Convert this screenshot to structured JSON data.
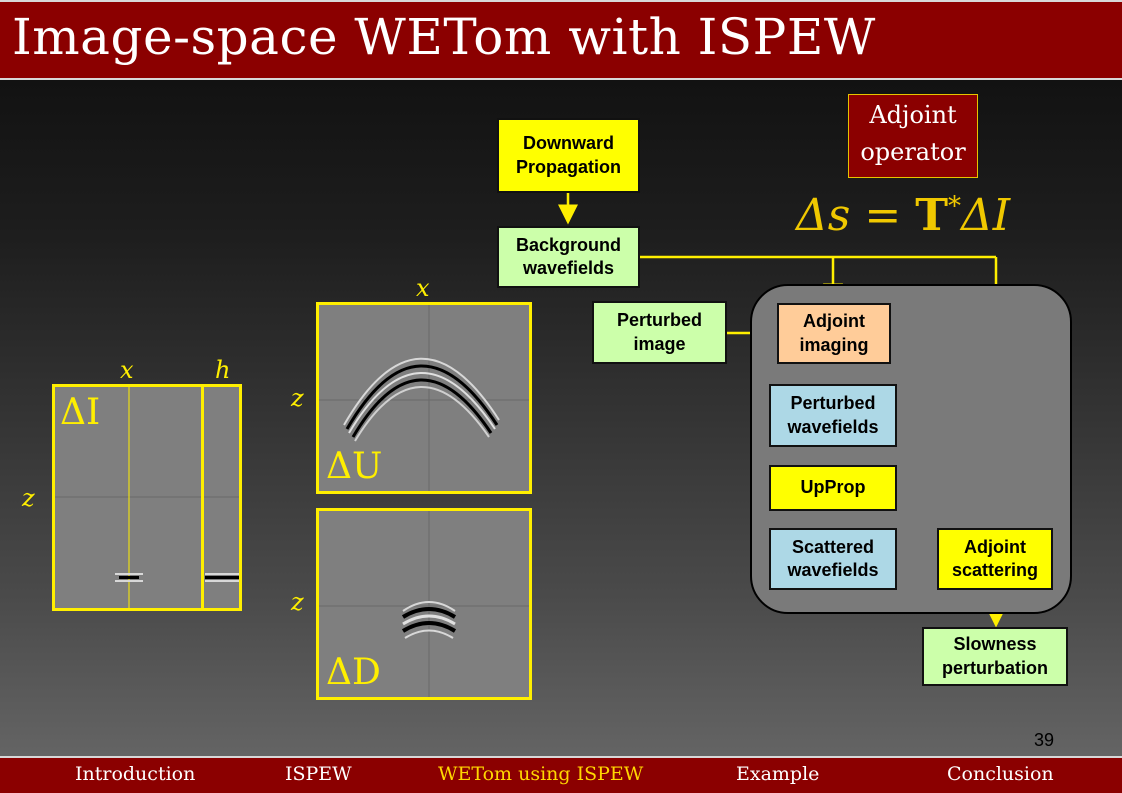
{
  "slide": {
    "title": "Image-space WETom with ISPEW",
    "page_number": "39"
  },
  "callout": {
    "adjoint_operator": "Adjoint\noperator",
    "equation": "Δs = T*ΔI"
  },
  "flow": {
    "downward_propagation": "Downward\nPropagation",
    "background_wavefields": "Background\nwavefields",
    "perturbed_image": "Perturbed\nimage",
    "adjoint_imaging": "Adjoint\nimaging",
    "perturbed_wavefields": "Perturbed\nwavefields",
    "upprop": "UpProp",
    "scattered_wavefields": "Scattered\nwavefields",
    "adjoint_scattering": "Adjoint\nscattering",
    "slowness_perturbation": "Slowness\nperturbation"
  },
  "panels": {
    "delta_i": {
      "symbol": "ΔI",
      "x_label": "x",
      "h_label": "h",
      "z_label": "z"
    },
    "delta_u": {
      "symbol": "ΔU",
      "x_label": "x",
      "z_label": "z"
    },
    "delta_d": {
      "symbol": "ΔD",
      "z_label": "z"
    }
  },
  "footer": {
    "items": [
      "Introduction",
      "ISPEW",
      "WETom using ISPEW",
      "Example",
      "Conclusion"
    ],
    "active_index": 2
  },
  "colors": {
    "title_bar": "#8b0000",
    "accent_yellow": "#ffef00",
    "equation": "#f0c800",
    "active_nav": "#ffd700"
  }
}
